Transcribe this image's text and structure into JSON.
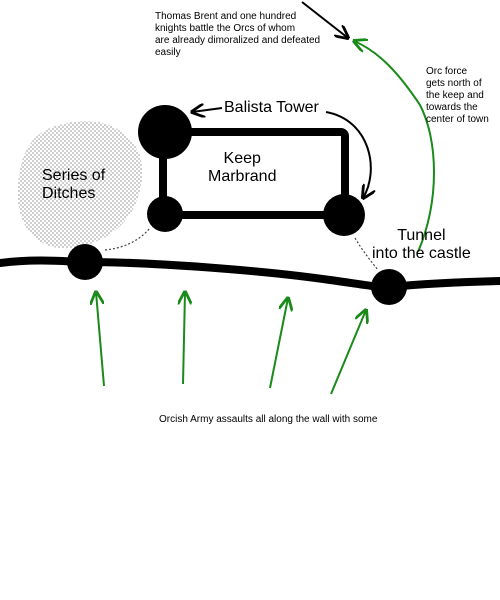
{
  "labels": {
    "thomas_brent": "Thomas Brent and one hundred\nknights battle the Orcs of whom\nare already dimoralized and defeated\neasily",
    "orc_force": "Orc force\ngets north of\nthe keep and\ntowards the\ncenter of town",
    "balista_tower": "Balista Tower",
    "keep": "Keep\nMarbrand",
    "ditches": "Series of\nDitches",
    "tunnel": "Tunnel\ninto the castle",
    "orcish_army": "Orcish Army assaults all along the wall with some"
  },
  "colors": {
    "ink": "#000000",
    "orc_arrows": "#1a8a1a",
    "background": "#ffffff"
  }
}
